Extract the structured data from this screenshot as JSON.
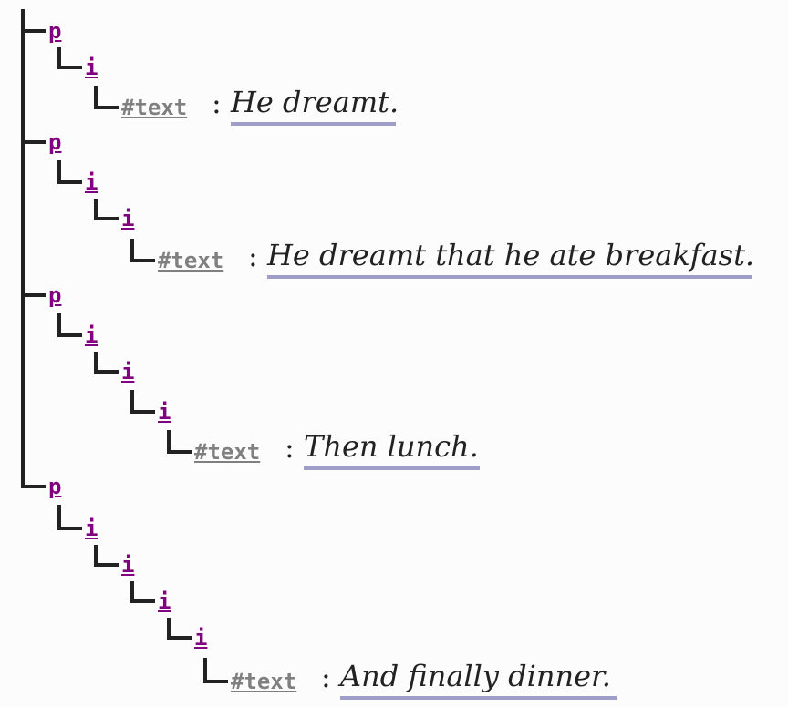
{
  "tree": {
    "p1": {
      "tag": "p",
      "i1": "i",
      "text_node": "#text",
      "colon": ":",
      "value": "He dreamt."
    },
    "p2": {
      "tag": "p",
      "i1": "i",
      "i2": "i",
      "text_node": "#text",
      "colon": ":",
      "value": "He dreamt that he ate breakfast."
    },
    "p3": {
      "tag": "p",
      "i1": "i",
      "i2": "i",
      "i3": "i",
      "text_node": "#text",
      "colon": ":",
      "value": "Then lunch."
    },
    "p4": {
      "tag": "p",
      "i1": "i",
      "i2": "i",
      "i3": "i",
      "i4": "i",
      "text_node": "#text",
      "colon": ":",
      "value": "And finally dinner."
    }
  },
  "colors": {
    "element_node": "#800080",
    "text_node": "#808080",
    "connector": "#222222",
    "value_underline": "#9e9ec9"
  }
}
